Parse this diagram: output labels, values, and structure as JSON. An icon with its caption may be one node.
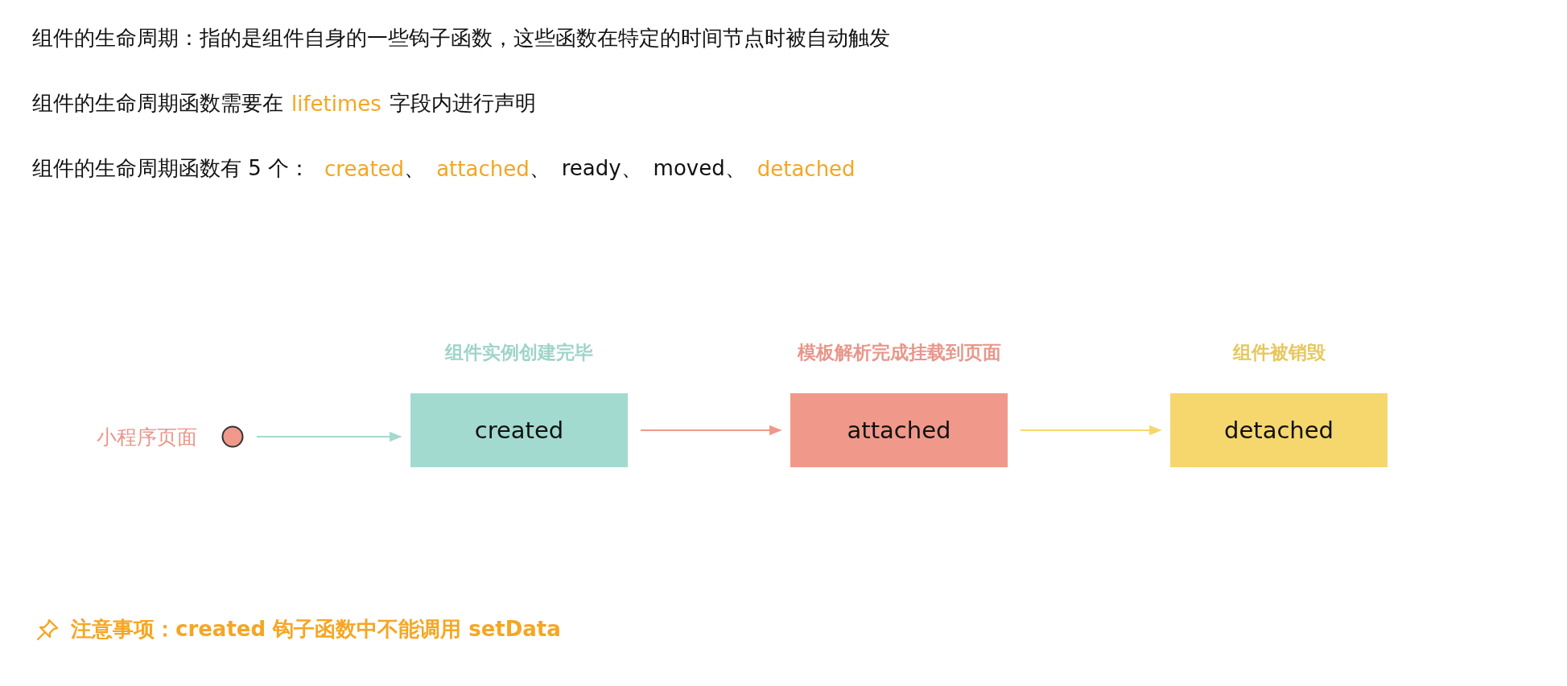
{
  "diagram": {
    "nodes": [
      {
        "text": [],
        "shape": "circle",
        "beside": [
          "小程序页面"
        ]
      },
      {
        "text": [
          "组件实例创建完毕",
          "created"
        ]
      },
      {
        "text": [
          "模板解析完成挂载到页面",
          "attached"
        ]
      },
      {
        "text": [
          "组件被销毁",
          "detached"
        ]
      }
    ],
    "edges": [
      {
        "from": 0,
        "to": 1,
        "arrow": "to",
        "color": "#a3dacf"
      },
      {
        "from": 1,
        "to": 2,
        "arrow": "to",
        "color": "#f0988a"
      },
      {
        "from": 2,
        "to": 3,
        "arrow": "to",
        "color": "#f5d76e"
      }
    ],
    "labels": [
      "组件的生命周期：指的是组件自身的一些钩子函数，这些函数在特定的时间节点时被自动触发",
      "组件的生命周期函数需要在",
      "lifetimes",
      "字段内进行声明",
      "组件的生命周期函数有 5 个：",
      "created",
      "、",
      "attached",
      "、",
      "ready、",
      "moved、",
      "detached",
      "注意事项：created 钩子函数中不能调用 setData"
    ]
  }
}
